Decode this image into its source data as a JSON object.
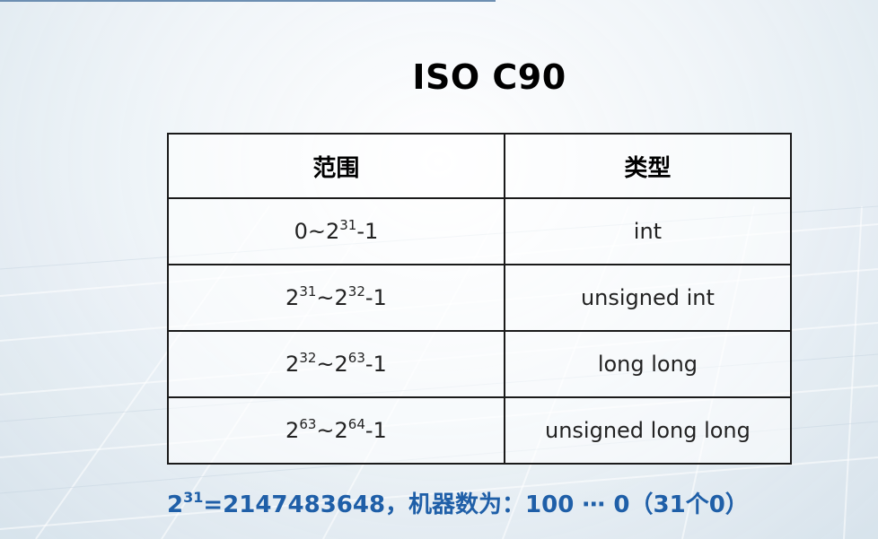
{
  "title": "ISO C90",
  "table": {
    "headers": [
      "范围",
      "类型"
    ],
    "rows": [
      {
        "range": {
          "a_base": "0~2",
          "a_exp": "31",
          "tail": "-1"
        },
        "type": "int"
      },
      {
        "range": {
          "a_base": "2",
          "a_exp": "31",
          "mid": "~2",
          "b_exp": "32",
          "tail": "-1"
        },
        "type": "unsigned int"
      },
      {
        "range": {
          "a_base": "2",
          "a_exp": "32",
          "mid": "~2",
          "b_exp": "63",
          "tail": "-1"
        },
        "type": "long long"
      },
      {
        "range": {
          "a_base": "2",
          "a_exp": "63",
          "mid": "~2",
          "b_exp": "64",
          "tail": "-1"
        },
        "type": "unsigned long long"
      }
    ]
  },
  "note": {
    "base": "2",
    "exp": "31",
    "text": "=2147483648，机器数为：100 ⋯ 0（31个0）",
    "color": "#1f5fa8"
  }
}
